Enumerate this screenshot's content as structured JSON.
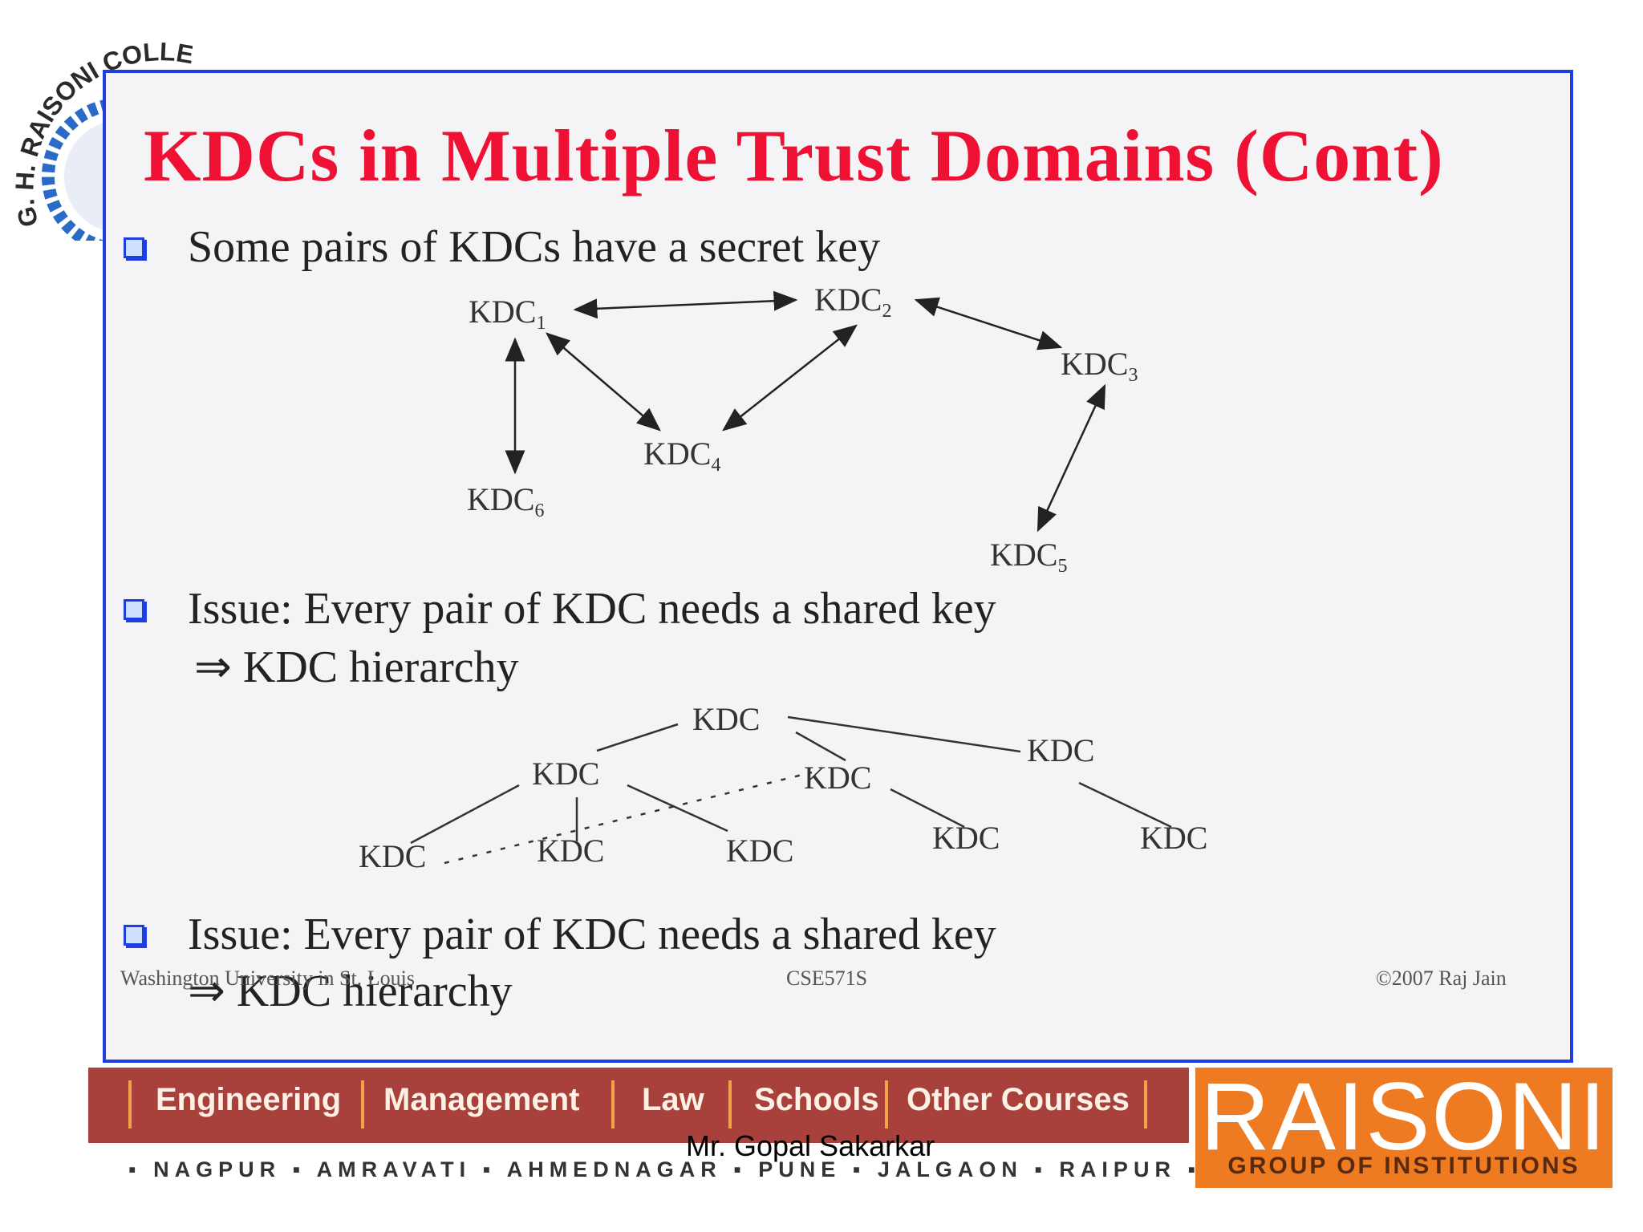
{
  "seal": {
    "text": "G. H. RAISONI COLLEGE OF"
  },
  "slide": {
    "title": "KDCs in Multiple Trust Domains (Cont)",
    "bullets": [
      "Some pairs of KDCs have a secret key",
      "Issue: Every pair of KDC needs a shared key",
      "Issue: Every pair of KDC needs a shared key"
    ],
    "implication": "⇒ KDC hierarchy",
    "mesh_nodes": [
      {
        "label": "KDC",
        "sub": "1"
      },
      {
        "label": "KDC",
        "sub": "2"
      },
      {
        "label": "KDC",
        "sub": "3"
      },
      {
        "label": "KDC",
        "sub": "4"
      },
      {
        "label": "KDC",
        "sub": "5"
      },
      {
        "label": "KDC",
        "sub": "6"
      }
    ],
    "tree_node_label": "KDC",
    "footer": {
      "left": "Washington University in St. Louis",
      "center": "CSE571S",
      "right": "©2007 Raj Jain"
    }
  },
  "banner": {
    "nav": [
      "Engineering",
      "Management",
      "Law",
      "Schools",
      "Other Courses"
    ],
    "cities": "▪ NAGPUR ▪ AMRAVATI ▪ AHMEDNAGAR ▪ PUNE ▪ JALGAON ▪ RAIPUR ▪",
    "presenter": "Mr. Gopal Sakarkar",
    "logo_name": "RAISONI",
    "logo_tagline": "GROUP OF INSTITUTIONS"
  },
  "colors": {
    "title": "#ee1133",
    "frame": "#1d3fe0",
    "banner": "#a8403c",
    "logo": "#ee7b22"
  }
}
